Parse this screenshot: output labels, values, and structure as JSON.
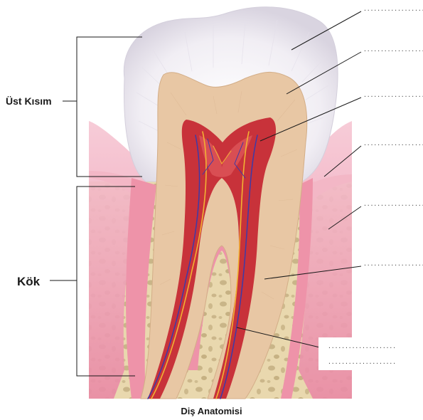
{
  "labels": {
    "crown": "Üst Kısım",
    "root": "Kök",
    "title": "Diş Anatomisi"
  },
  "answer_blank": "....................",
  "colors": {
    "enamel": "#f2f0f4",
    "dentin": "#e8c7a4",
    "pulp": "#c8323a",
    "gum": "#f0a8bb",
    "bone": "#e9d8ae",
    "line": "#1a1a1a"
  }
}
